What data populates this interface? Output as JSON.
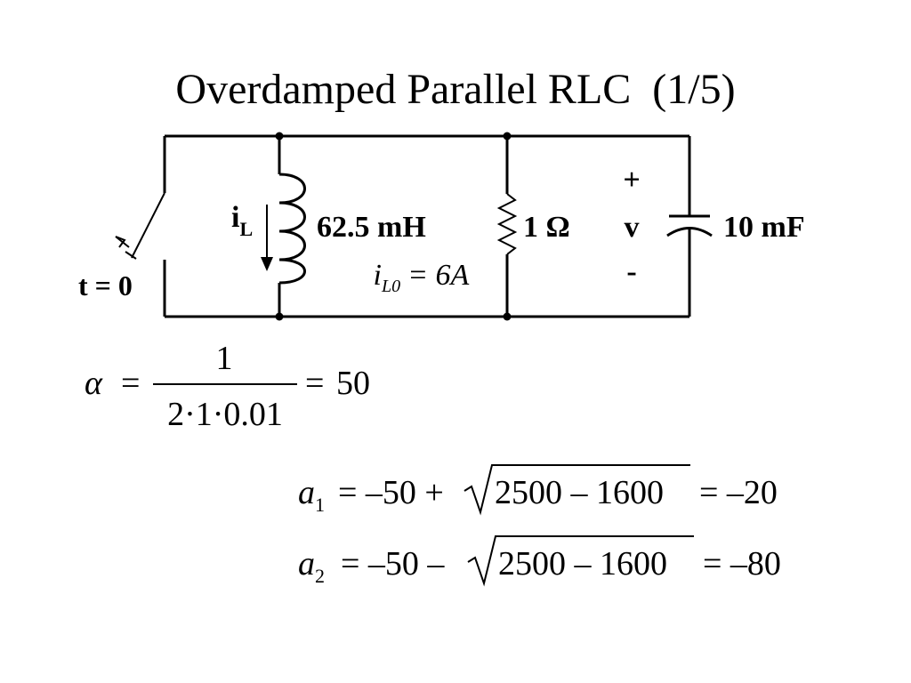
{
  "title": "Overdamped Parallel RLC  (1/5)",
  "circuit": {
    "switch_label": "t = 0",
    "inductor_current_label": {
      "main": "i",
      "sub": "L"
    },
    "inductor_value": "62.5 mH",
    "initial_current": {
      "var": "i",
      "sub": "L0",
      "rhs": "= 6A"
    },
    "resistor_value": "1 Ω",
    "voltage_plus": "+",
    "voltage_label": "v",
    "voltage_minus": "-",
    "capacitor_value": "10 mF"
  },
  "equations": {
    "alpha": {
      "lhs": "α",
      "eq1": "=",
      "numerator": "1",
      "denominator": "2·1·0.01",
      "eq2": "=",
      "result": "50"
    },
    "a1": {
      "var": "a",
      "sub": "1",
      "expr_a": "= –50 +",
      "radicand": "2500 – 1600",
      "expr_b": "= –20"
    },
    "a2": {
      "var": "a",
      "sub": "2",
      "expr_a": "= –50 –",
      "radicand": "2500 – 1600",
      "expr_b": "= –80"
    }
  }
}
